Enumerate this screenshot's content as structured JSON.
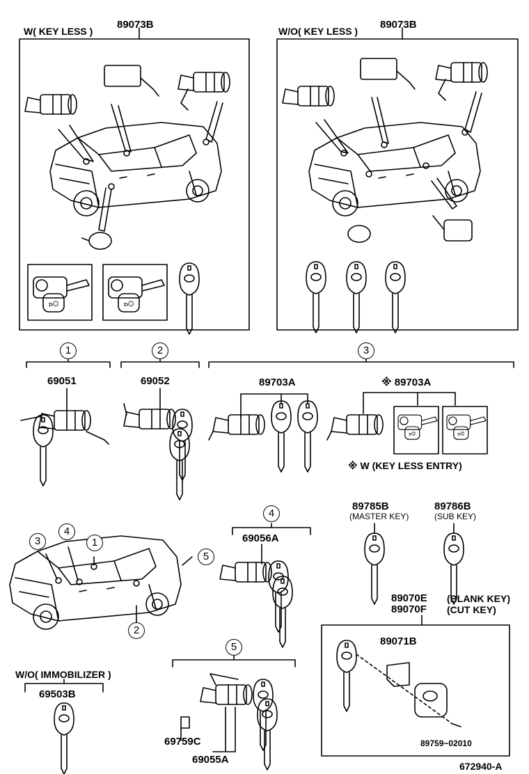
{
  "figure_id": "672940-A",
  "panels": {
    "left": {
      "condition": "W( KEY LESS )",
      "part_no": "89073B"
    },
    "right": {
      "condition": "W/O( KEY LESS )",
      "part_no": "89073B"
    }
  },
  "groups": {
    "g1": {
      "index": "1",
      "part_no": "69051"
    },
    "g2": {
      "index": "2",
      "part_no": "69052"
    },
    "g3": {
      "index": "3",
      "part_no_a": "89703A",
      "part_no_b": "※ 89703A",
      "note": "※ W (KEY  LESS  ENTRY)"
    },
    "g4": {
      "index": "4",
      "part_no": "69056A"
    },
    "g5": {
      "index": "5",
      "part_no_a": "69759C",
      "part_no_b": "69055A"
    }
  },
  "car_callouts": [
    "1",
    "2",
    "3",
    "4",
    "5"
  ],
  "keys": {
    "master": {
      "part_no": "89785B",
      "desc": "(MASTER  KEY)"
    },
    "sub": {
      "part_no": "89786B",
      "desc": "(SUB  KEY)"
    },
    "blank": {
      "part_no": "89070E",
      "desc": "(BLANK  KEY)"
    },
    "cut": {
      "part_no": "89070F",
      "desc": "(CUT  KEY)"
    },
    "cover": {
      "part_no": "89071B"
    },
    "screw": {
      "part_no": "89759−02010"
    }
  },
  "immobilizer": {
    "condition": "W/O( IMMOBILIZER )",
    "part_no": "69503B"
  }
}
